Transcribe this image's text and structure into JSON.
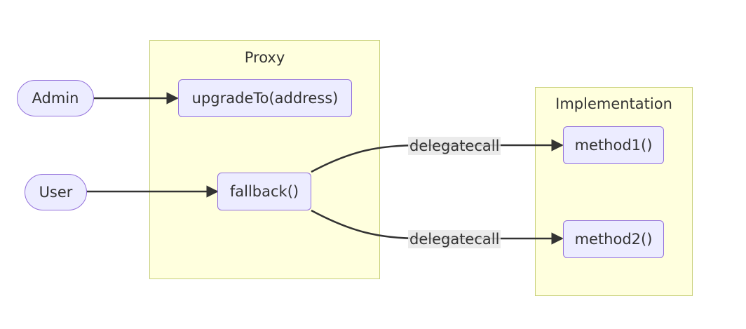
{
  "clusters": {
    "proxy": {
      "title": "Proxy"
    },
    "implementation": {
      "title": "Implementation"
    }
  },
  "nodes": {
    "admin": "Admin",
    "user": "User",
    "upgrade_to": "upgradeTo(address)",
    "fallback": "fallback()",
    "method1": "method1()",
    "method2": "method2()"
  },
  "edges": {
    "edge1_label": "delegatecall",
    "edge2_label": "delegatecall"
  },
  "colors": {
    "cluster_fill": "#ffffde",
    "cluster_border": "#c8d07a",
    "node_fill": "#ececff",
    "node_border": "#9370db",
    "edge": "#333333"
  }
}
